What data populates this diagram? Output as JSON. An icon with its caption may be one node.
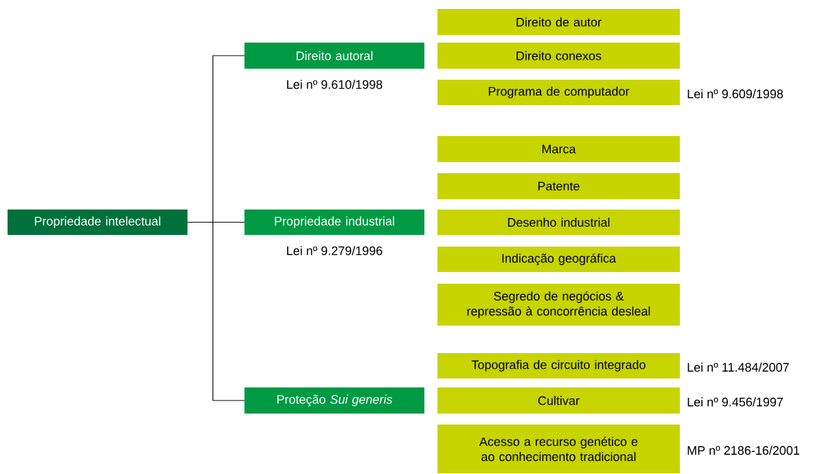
{
  "diagram": {
    "nodes": [
      {
        "text": [
          "Propriedade intelectual"
        ]
      },
      {
        "text": [
          "Direito autoral"
        ],
        "beside": [
          "Lei nº 9.610/1998"
        ]
      },
      {
        "text": [
          "Propriedade industrial"
        ],
        "beside": [
          "Lei nº 9.279/1996"
        ]
      },
      {
        "text": [
          "Proteção *Sui generis*"
        ]
      },
      {
        "text": [
          "Direito de autor"
        ]
      },
      {
        "text": [
          "Direito conexos"
        ]
      },
      {
        "text": [
          "Programa de computador"
        ],
        "beside": [
          "Lei nº 9.609/1998"
        ]
      },
      {
        "text": [
          "Marca"
        ]
      },
      {
        "text": [
          "Patente"
        ]
      },
      {
        "text": [
          "Desenho industrial"
        ]
      },
      {
        "text": [
          "Indicação geográfica"
        ]
      },
      {
        "text": [
          "Segredo de negócios & repressão à concorrência desleal"
        ]
      },
      {
        "text": [
          "Topografia de circuito integrado"
        ],
        "beside": [
          "Lei nº 11.484/2007"
        ]
      },
      {
        "text": [
          "Cultivar"
        ],
        "beside": [
          "Lei nº 9.456/1997"
        ]
      },
      {
        "text": [
          "Acesso a recurso genético e ao conhecimento tradicional"
        ],
        "beside": [
          "MP nº 2186-16/2001"
        ]
      }
    ],
    "edges": [
      {
        "from": 0,
        "to": 1,
        "arrow": "none"
      },
      {
        "from": 0,
        "to": 2,
        "arrow": "none"
      },
      {
        "from": 0,
        "to": 3,
        "arrow": "none"
      }
    ]
  }
}
